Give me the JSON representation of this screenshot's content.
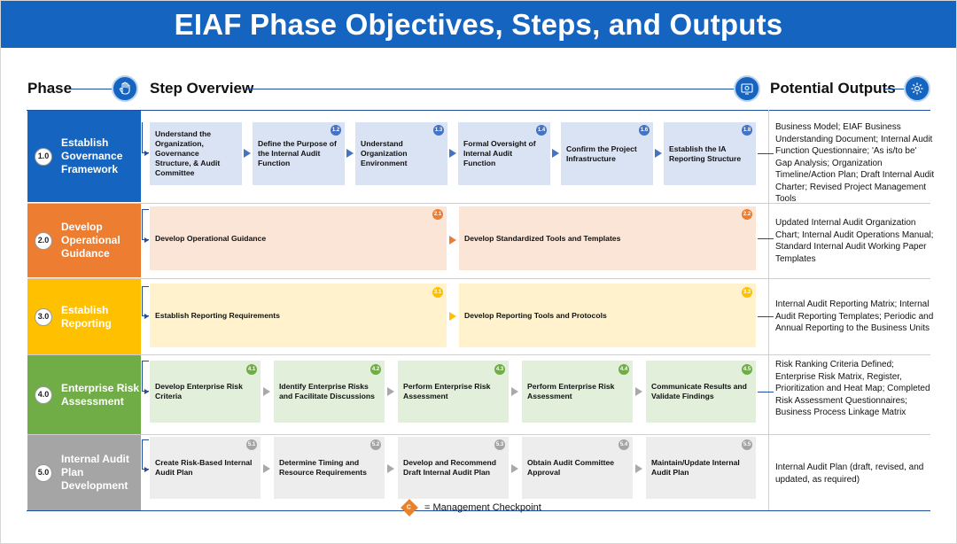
{
  "title": "EIAF Phase Objectives, Steps, and Outputs",
  "headers": {
    "phase": "Phase",
    "step_overview": "Step Overview",
    "potential_outputs": "Potential Outputs"
  },
  "colors": {
    "banner": "#1565c0",
    "phase1": "#1565c0",
    "phase2": "#ed7d31",
    "phase3": "#ffc000",
    "phase4": "#70ad47",
    "phase5": "#a5a5a5"
  },
  "phases": [
    {
      "num": "1.0",
      "name": "Establish Governance Framework",
      "steps": [
        {
          "label": "Understand the Organization, Governance Structure, & Audit Committee",
          "badge": ""
        },
        {
          "label": "Define the Purpose of the Internal Audit Function",
          "badge": "1.2"
        },
        {
          "label": "Understand Organization Environment",
          "badge": "1.3"
        },
        {
          "label": "Formal Oversight of Internal Audit Function",
          "badge": "1.4"
        },
        {
          "label": "Confirm the Project Infrastructure",
          "badge": "1.6"
        },
        {
          "label": "Establish the IA Reporting Structure",
          "badge": "1.8"
        }
      ],
      "outputs": "Business Model; EIAF Business Understanding Document; Internal Audit Function Questionnaire; 'As is/to be' Gap Analysis; Organization Timeline/Action Plan; Draft Internal Audit Charter; Revised Project Management Tools"
    },
    {
      "num": "2.0",
      "name": "Develop Operational Guidance",
      "steps": [
        {
          "label": "Develop Operational Guidance",
          "badge": "2.1"
        },
        {
          "label": "Develop Standardized Tools and Templates",
          "badge": "2.2"
        }
      ],
      "outputs": "Updated Internal Audit Organization Chart; Internal Audit Operations Manual; Standard Internal Audit Working Paper Templates"
    },
    {
      "num": "3.0",
      "name": "Establish Reporting",
      "steps": [
        {
          "label": "Establish Reporting Requirements",
          "badge": "3.1"
        },
        {
          "label": "Develop Reporting Tools and Protocols",
          "badge": "3.2"
        }
      ],
      "outputs": "Internal Audit Reporting Matrix; Internal Audit Reporting Templates; Periodic and Annual Reporting to the Business Units"
    },
    {
      "num": "4.0",
      "name": "Enterprise Risk Assessment",
      "steps": [
        {
          "label": "Develop Enterprise Risk Criteria",
          "badge": "4.1"
        },
        {
          "label": "Identify Enterprise Risks and Facilitate Discussions",
          "badge": "4.2"
        },
        {
          "label": "Perform Enterprise Risk Assessment",
          "badge": "4.3"
        },
        {
          "label": "Perform Enterprise Risk Assessment",
          "badge": "4.4"
        },
        {
          "label": "Communicate Results and Validate Findings",
          "badge": "4.5"
        }
      ],
      "outputs": "Risk Ranking Criteria Defined; Enterprise Risk Matrix, Register, Prioritization and Heat Map; Completed Risk Assessment Questionnaires; Business Process Linkage Matrix"
    },
    {
      "num": "5.0",
      "name": "Internal Audit Plan Development",
      "steps": [
        {
          "label": "Create Risk-Based Internal Audit Plan",
          "badge": "5.1"
        },
        {
          "label": "Determine Timing and Resource Requirements",
          "badge": "5.2"
        },
        {
          "label": "Develop and Recommend Draft   Internal Audit Plan",
          "badge": "5.3"
        },
        {
          "label": "Obtain Audit Committee Approval",
          "badge": "5.4"
        },
        {
          "label": "Maintain/Update Internal Audit Plan",
          "badge": "5.5"
        }
      ],
      "outputs": "Internal Audit Plan (draft, revised, and updated, as required)"
    }
  ],
  "legend": {
    "symbol": "C",
    "label": "= Management Checkpoint"
  },
  "icons": {
    "phase": "hand-icon",
    "steps": "gear-screen-icon",
    "outputs": "gear-icon"
  }
}
